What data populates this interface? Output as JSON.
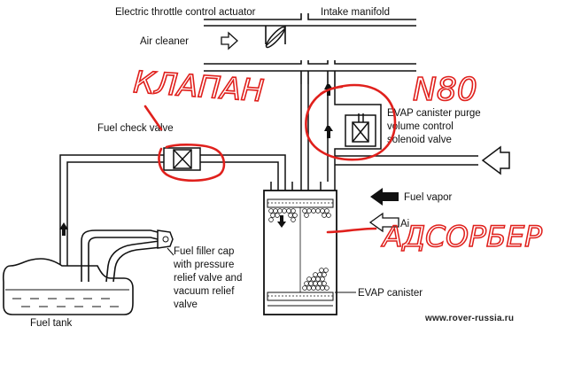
{
  "labels": {
    "throttle": "Electric throttle control actuator",
    "intake": "Intake manifold",
    "air_cleaner": "Air cleaner",
    "check_valve": "Fuel check valve",
    "purge_line1": "EVAP canister purge",
    "purge_line2": "volume control",
    "purge_line3": "solenoid valve",
    "fuel_vapor": "Fuel vapor",
    "filler_line1": "Fuel filler cap",
    "filler_line2": "with pressure",
    "filler_line3": "relief valve and",
    "filler_line4": "vacuum relief",
    "filler_line5": "valve",
    "evap_canister": "EVAP canister",
    "fuel_tank": "Fuel tank",
    "air_partial": "Ai"
  },
  "handwriting": {
    "valve_ru": "КЛАПАН",
    "n80": "N80",
    "adsorber_ru": "АДСОРБЕР"
  },
  "watermark": "www.rover-russia.ru",
  "colors": {
    "ink": "#111111",
    "marker": "#e0201c",
    "paper": "#ffffff"
  }
}
